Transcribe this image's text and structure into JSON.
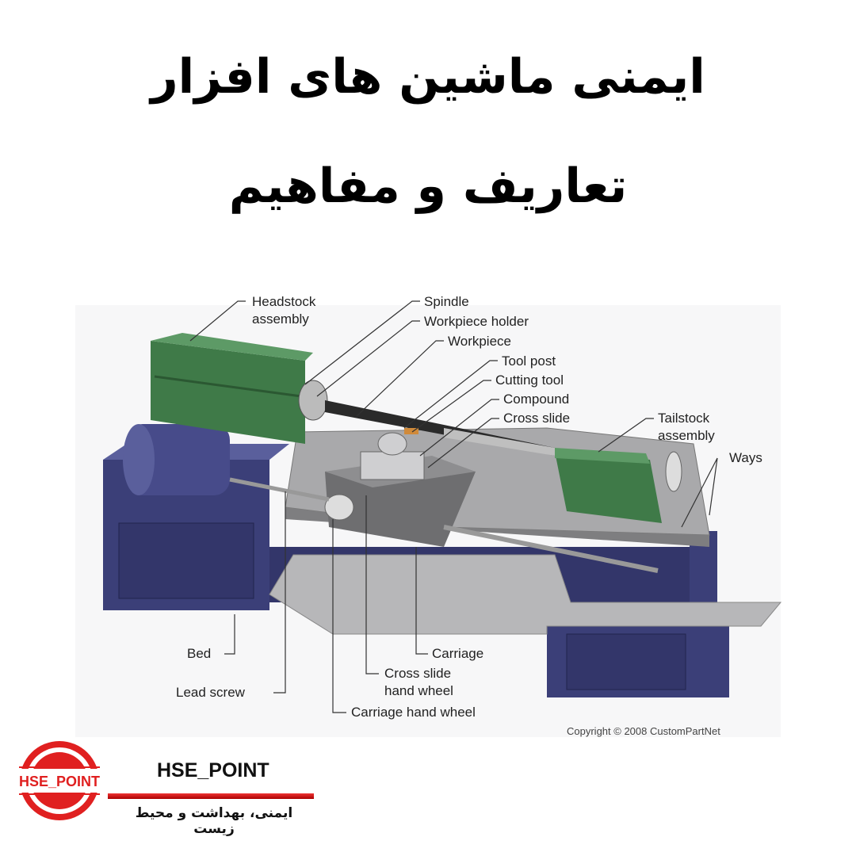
{
  "title": {
    "line1": "ایمنی ماشین های افزار",
    "line2": "تعاریف و مفاهیم"
  },
  "diagram": {
    "labels": {
      "headstock": "Headstock\nassembly",
      "spindle": "Spindle",
      "workpiece_holder": "Workpiece holder",
      "workpiece": "Workpiece",
      "tool_post": "Tool post",
      "cutting_tool": "Cutting tool",
      "compound": "Compound",
      "cross_slide": "Cross slide",
      "tailstock": "Tailstock\nassembly",
      "ways": "Ways",
      "bed": "Bed",
      "lead_screw": "Lead screw",
      "carriage": "Carriage",
      "cross_slide_hand_wheel": "Cross slide\nhand wheel",
      "carriage_hand_wheel": "Carriage hand wheel"
    },
    "copyright": "Copyright © 2008 CustomPartNet",
    "colors": {
      "green": "#3f7a48",
      "navy": "#3b3f78",
      "gray": "#a9a9ab"
    }
  },
  "branding": {
    "logo_text": "HSE_POINT",
    "name": "HSE_POINT",
    "tagline": "ایمنی، بهداشت و محیط زیست",
    "accent": "#e02020"
  }
}
